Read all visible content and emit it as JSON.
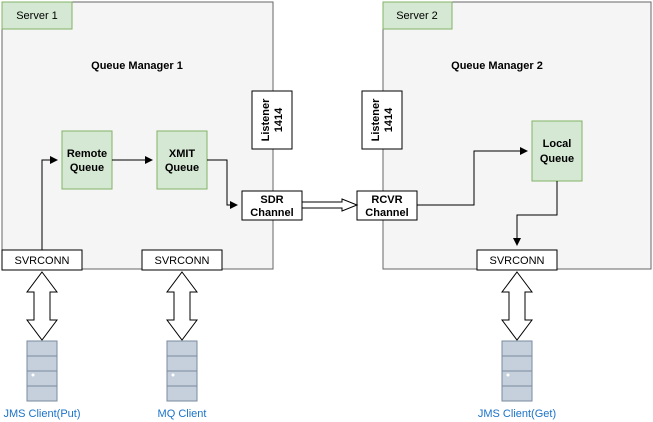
{
  "servers": [
    {
      "label": "Server 1",
      "queue_manager": "Queue Manager 1"
    },
    {
      "label": "Server 2",
      "queue_manager": "Queue Manager 2"
    }
  ],
  "listeners": [
    {
      "line1": "Listener",
      "line2": "1414"
    },
    {
      "line1": "Listener",
      "line2": "1414"
    }
  ],
  "queues": {
    "remote": {
      "line1": "Remote",
      "line2": "Queue"
    },
    "xmit": {
      "line1": "XMIT",
      "line2": "Queue"
    },
    "local": {
      "line1": "Local",
      "line2": "Queue"
    }
  },
  "channels": {
    "sdr": {
      "line1": "SDR",
      "line2": "Channel"
    },
    "rcvr": {
      "line1": "RCVR",
      "line2": "Channel"
    }
  },
  "svrconn": [
    "SVRCONN",
    "SVRCONN",
    "SVRCONN"
  ],
  "clients": [
    "JMS Client(Put)",
    "MQ Client",
    "JMS Client(Get)"
  ],
  "colors": {
    "server_fill": "#f5f5f5",
    "label_fill": "#d5e8d4",
    "label_stroke": "#82b366",
    "stroke": "#666666",
    "client_text": "#1a73c8",
    "server_icon": "#c6d0dc"
  }
}
